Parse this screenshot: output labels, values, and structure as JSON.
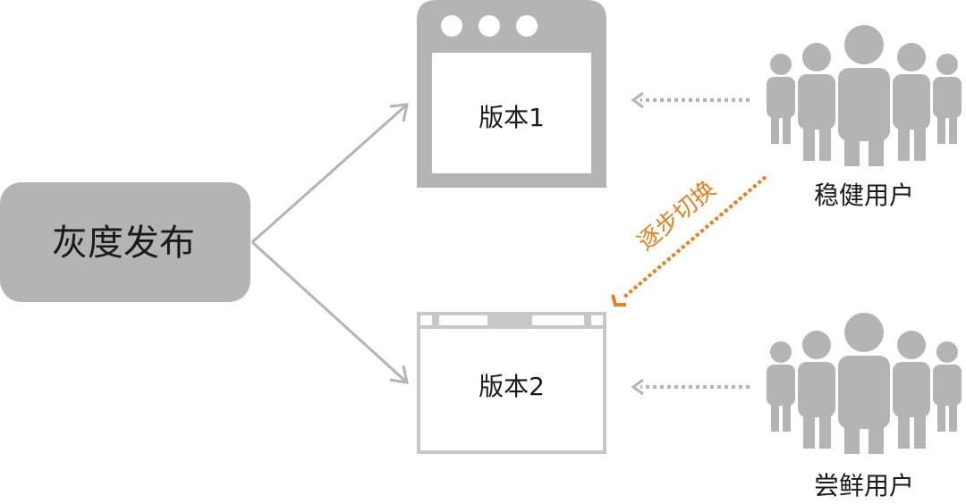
{
  "diagram": {
    "source_label": "灰度发布",
    "version1": {
      "label": "版本1"
    },
    "version2": {
      "label": "版本2"
    },
    "group_stable": {
      "label": "稳健用户"
    },
    "group_early": {
      "label": "尝鲜用户"
    },
    "switch_label": "逐步切换"
  },
  "colors": {
    "gray": "#B4B4B4",
    "light_gray": "#C8C8C8",
    "text": "#1a1a1a",
    "accent": "#E8801E"
  }
}
